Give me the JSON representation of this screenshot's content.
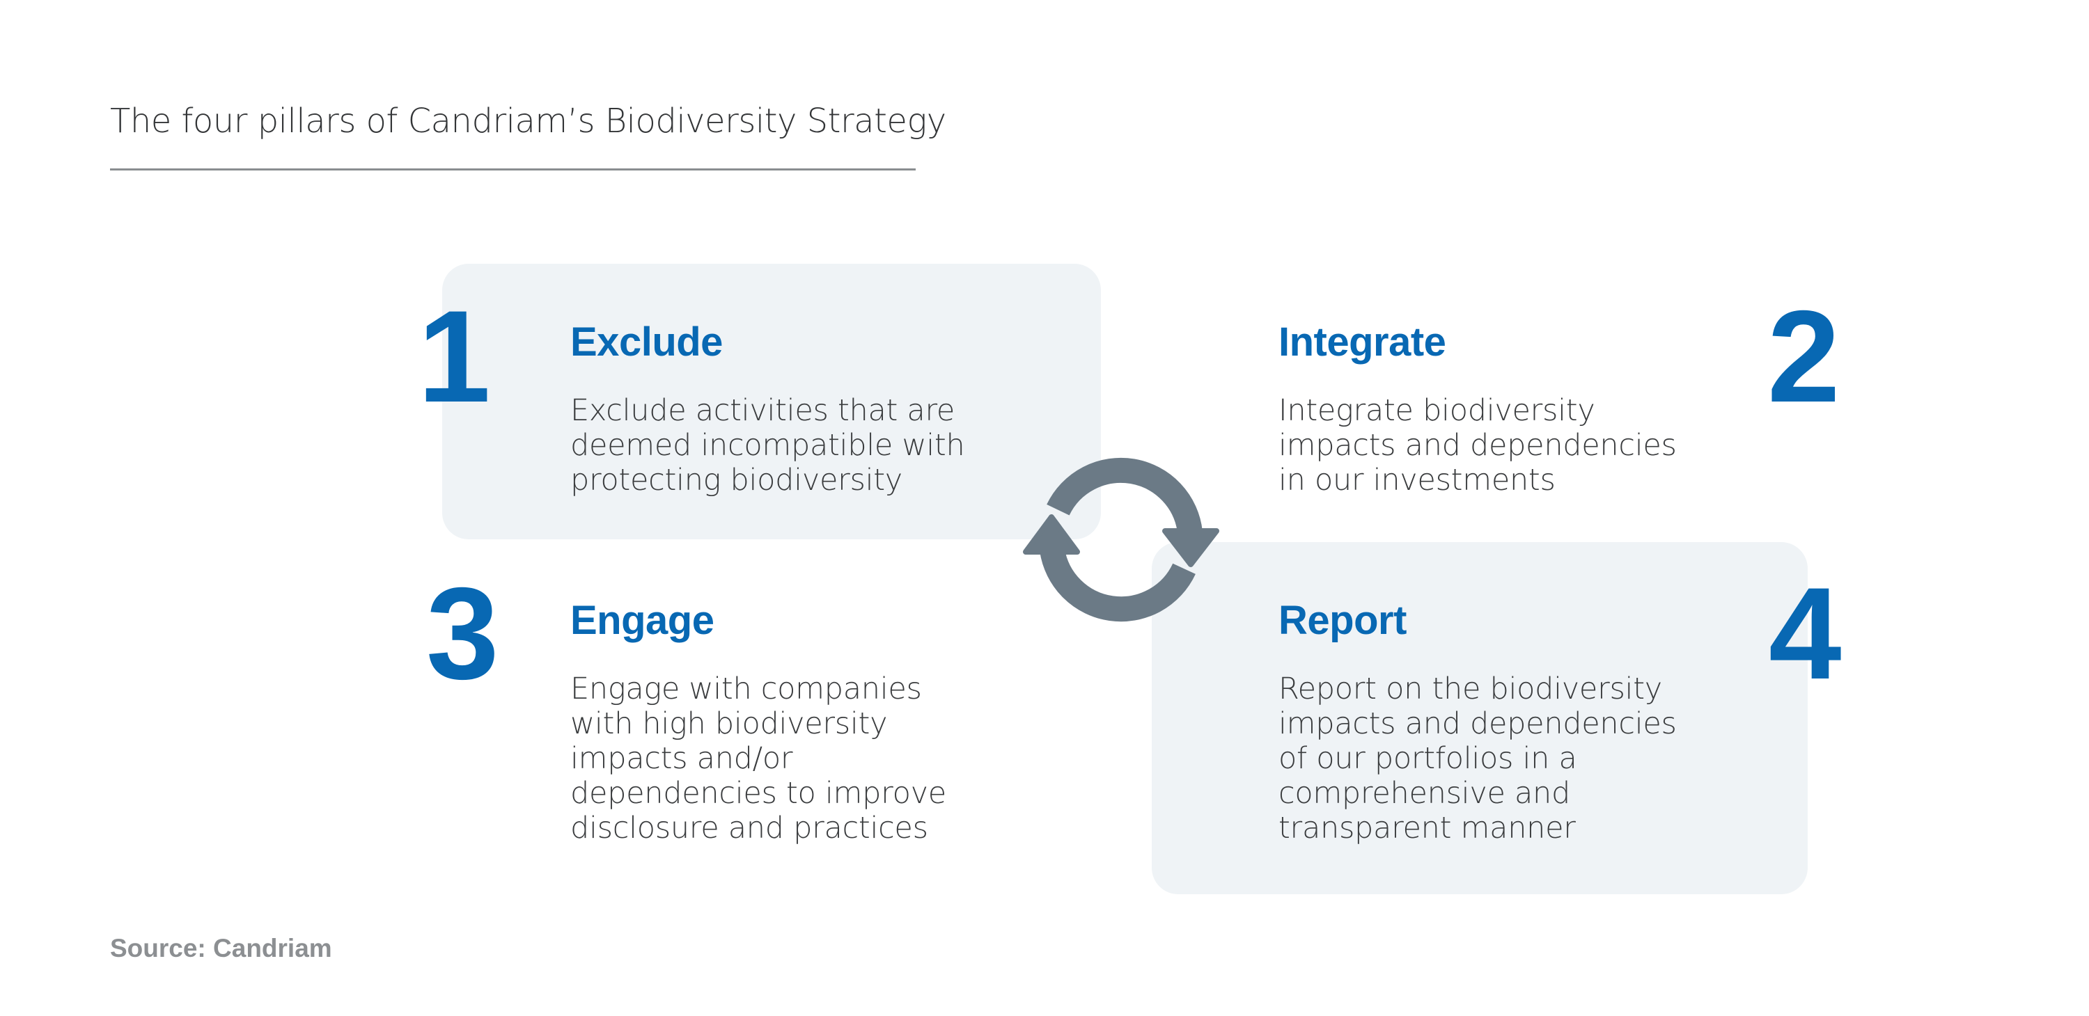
{
  "title": "The four pillars of Candriam’s Biodiversity Strategy",
  "pillars": [
    {
      "number": "1",
      "heading": "Exclude",
      "lines": [
        "Exclude activities that are",
        "deemed incompatible with",
        "protecting biodiversity"
      ]
    },
    {
      "number": "2",
      "heading": "Integrate",
      "lines": [
        "Integrate biodiversity",
        "impacts and dependencies",
        "in our investments"
      ]
    },
    {
      "number": "3",
      "heading": "Engage",
      "lines": [
        "Engage with companies",
        "with high biodiversity",
        "impacts and/or",
        "dependencies to improve",
        "disclosure and practices"
      ]
    },
    {
      "number": "4",
      "heading": "Report",
      "lines": [
        "Report on the biodiversity",
        "impacts and dependencies",
        "of our portfolios in a",
        "comprehensive and",
        "transparent manner"
      ]
    }
  ],
  "source": "Source: Candriam",
  "icons": {
    "center": "cycle-arrows-icon"
  },
  "colors": {
    "accent": "#0868b3",
    "box": "#eff3f6",
    "icon": "#6b7a86",
    "text": "#3a3c3e",
    "source": "#8c8f92"
  }
}
